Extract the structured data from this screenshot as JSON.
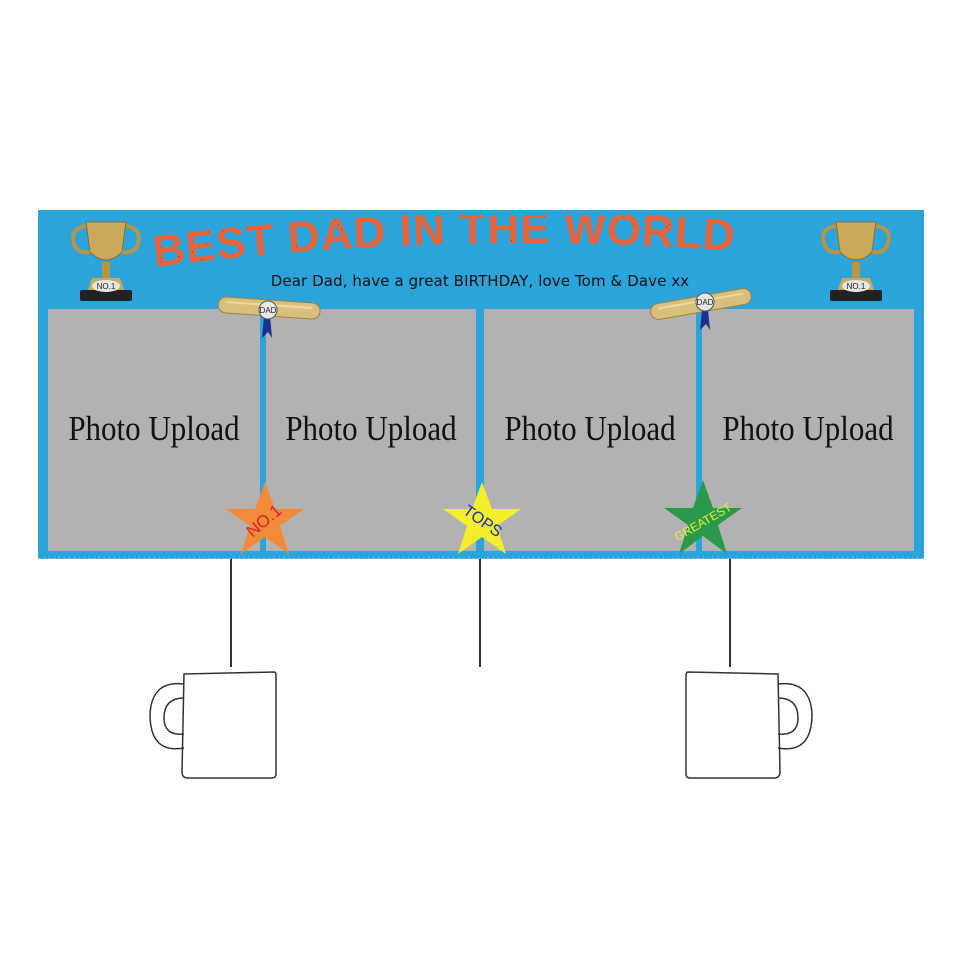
{
  "banner": {
    "title": "BEST DAD IN THE WORLD",
    "message": "Dear Dad, have a great BIRTHDAY, love Tom & Dave xx",
    "background_color": "#2ba4dc",
    "title_color": "#e8643a"
  },
  "photos": [
    {
      "label": "Photo Upload"
    },
    {
      "label": "Photo Upload"
    },
    {
      "label": "Photo Upload"
    },
    {
      "label": "Photo Upload"
    }
  ],
  "decorations": {
    "trophy_label": "NO.1",
    "scroll_label": "DAD",
    "stars": [
      {
        "text": "NO.1",
        "color": "#f28a3a",
        "text_color": "#d8222a"
      },
      {
        "text": "TOPS",
        "color": "#f5ee2a",
        "text_color": "#1a2fb0"
      },
      {
        "text": "GREATEST",
        "color": "#2a9a4a",
        "text_color": "#e8f02a"
      }
    ]
  },
  "mugs": {
    "left": {
      "icon": "mug-left-handle-icon"
    },
    "right": {
      "icon": "mug-right-handle-icon"
    }
  }
}
